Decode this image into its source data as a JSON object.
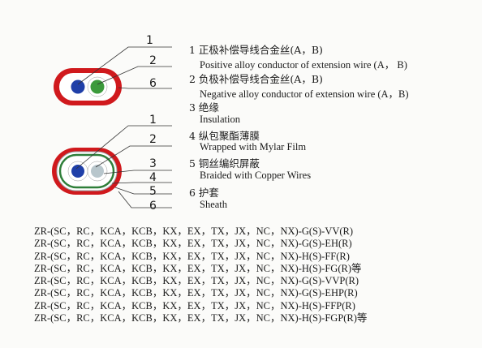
{
  "top_callouts": [
    "1",
    "2",
    "6"
  ],
  "bottom_callouts": [
    "1",
    "2",
    "3",
    "4",
    "5",
    "6"
  ],
  "legend": [
    {
      "zh": "1 正极补偿导线合金丝(A，B)",
      "en": "Positive alloy conductor of extension wire (A，  B)"
    },
    {
      "zh": "2 负极补偿导线合金丝(A，B)",
      "en": "Negative alloy conductor of extension wire (A，B)"
    },
    {
      "zh": "3  绝缘",
      "en": "Insulation"
    },
    {
      "zh": "4 纵包聚酯薄膜",
      "en": "Wrapped with Mylar Film"
    },
    {
      "zh": "5 铜丝编织屏蔽",
      "en": "Braided with Copper Wires"
    },
    {
      "zh": "6 护套",
      "en": "Sheath"
    }
  ],
  "models": [
    "ZR-(SC，RC，KCA，KCB，KX，EX，TX，JX，NC，NX)-G(S)-VV(R)",
    "ZR-(SC，RC，KCA，KCB，KX，EX，TX，JX，NC，NX)-G(S)-EH(R)",
    "ZR-(SC，RC，KCA，KCB，KX，EX，TX，JX，NC，NX)-H(S)-FF(R)",
    "ZR-(SC，RC，KCA，KCB，KX，EX，TX，JX，NC，NX)-H(S)-FG(R)等",
    "ZR-(SC，RC，KCA，KCB，KX，EX，TX，JX，NC，NX)-G(S)-VVP(R)",
    "ZR-(SC，RC，KCA，KCB，KX，EX，TX，JX，NC，NX)-G(S)-EHP(R)",
    "ZR-(SC，RC，KCA，KCB，KX，EX，TX，JX，NC，NX)-H(S)-FFP(R)",
    "ZR-(SC，RC，KCA，KCB，KX，EX，TX，JX，NC，NX)-H(S)-FGP(R)等"
  ],
  "colors": {
    "sheath": "#d0191d",
    "insulation": "#ffffff",
    "conductor_positive": "#1f3fa8",
    "conductor_negative": "#3c9a3c",
    "mylar_film": "#2f7f3a",
    "braid": "#b8c6cc"
  }
}
